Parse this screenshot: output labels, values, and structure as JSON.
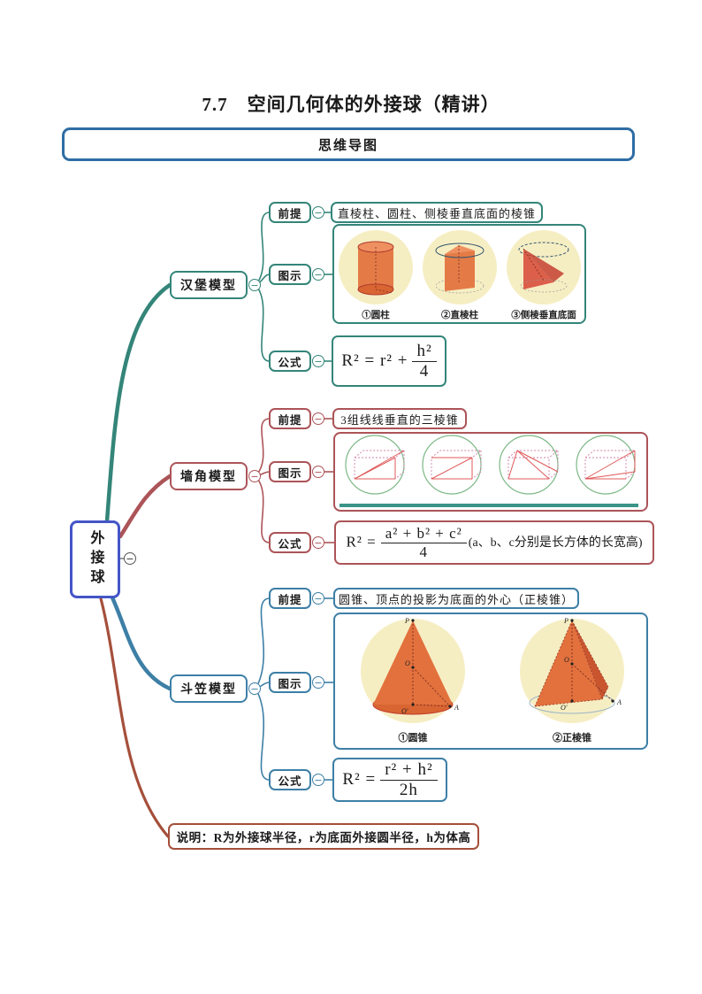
{
  "page": {
    "title": "7.7　空间几何体的外接球（精讲）",
    "section_header": "思维导图"
  },
  "ui": {
    "collapse_glyph": "−"
  },
  "root": {
    "label": "外接球"
  },
  "branches": [
    {
      "label": "汉堡模型",
      "premise_label": "前提",
      "diagram_label": "图示",
      "formula_label": "公式",
      "premise": "直棱柱、圆柱、侧棱垂直底面的棱锥",
      "captions": [
        "①圆柱",
        "②直棱柱",
        "③侧棱垂直底面"
      ],
      "formula": {
        "lhs": "R² = r² +",
        "num": "h²",
        "den": "4"
      }
    },
    {
      "label": "墙角模型",
      "premise_label": "前提",
      "diagram_label": "图示",
      "formula_label": "公式",
      "premise": "3组线线垂直的三棱锥",
      "formula": {
        "lhs": "R² =",
        "num": "a² + b² + c²",
        "den": "4",
        "note": "(a、b、c分别是长方体的长宽高)"
      }
    },
    {
      "label": "斗笠模型",
      "premise_label": "前提",
      "diagram_label": "图示",
      "formula_label": "公式",
      "premise": "圆锥、顶点的投影为底面的外心（正棱锥）",
      "captions": [
        "①圆锥",
        "②正棱锥"
      ],
      "points": {
        "apex": "P",
        "center": "O",
        "foot": "O′",
        "base": "A"
      },
      "formula": {
        "lhs": "R² =",
        "num": "r² + h²",
        "den": "2h"
      }
    }
  ],
  "note": "说明：R为外接球半径，r为底面外接圆半径，h为体高",
  "colors": {
    "header_border": "#2e6da4",
    "root_border": "#4456c7",
    "branch_hamburger": "#348579",
    "branch_corner": "#ac5458",
    "branch_hat": "#3d7fa6",
    "branch_note": "#a54f3b"
  }
}
